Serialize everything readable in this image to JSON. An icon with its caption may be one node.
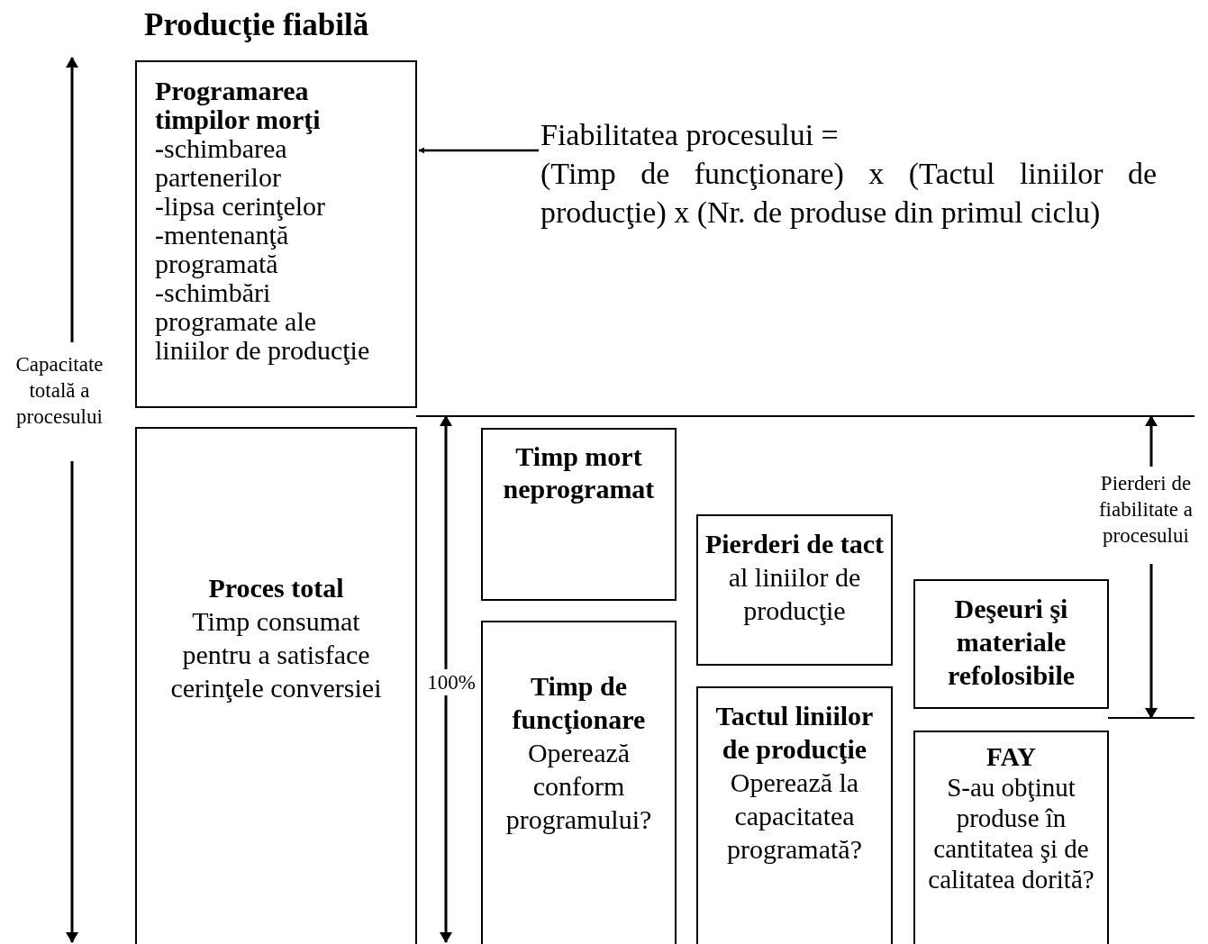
{
  "diagram": {
    "title": "Producţie fiabilă",
    "nodes": [
      {
        "text": [
          "Programarea timpilor morţi",
          "**-**schimbarea partenerilor",
          "-lipsa cerinţelor",
          "-mentenanţă programată",
          "-schimbări programate ale liniilor de producţie"
        ]
      },
      {
        "text": [
          "Fiabilitatea procesului =",
          "(Timp de funcţionare) x (Tactul liniilor de producţie) x (Nr. de produse din primul ciclu)"
        ]
      },
      {
        "text": [
          "Proces total",
          "Timp consumat pentru a satisface cerinţele conversiei"
        ]
      },
      {
        "text": [
          "Timp mort neprogramat"
        ]
      },
      {
        "text": [
          "Timp de funcţionare",
          "Operează conform programului?"
        ]
      },
      {
        "text": [
          "**Pierderi de tact** al liniilor de producţie"
        ]
      },
      {
        "text": [
          "Tactul liniilor de producţie",
          "Operează la capacitatea programată?"
        ]
      },
      {
        "text": [
          "Deşeuri şi materiale refolosibile"
        ]
      },
      {
        "text": [
          "FAY",
          "S-au obţinut produse în cantitatea şi de calitatea dorită?"
        ]
      }
    ],
    "edges": [
      {
        "from": 1,
        "to": 0,
        "arrow": "to"
      }
    ],
    "labels": [
      "Capacitate totală a procesului",
      "100%",
      "Pierderi de fiabilitate a procesului"
    ]
  }
}
